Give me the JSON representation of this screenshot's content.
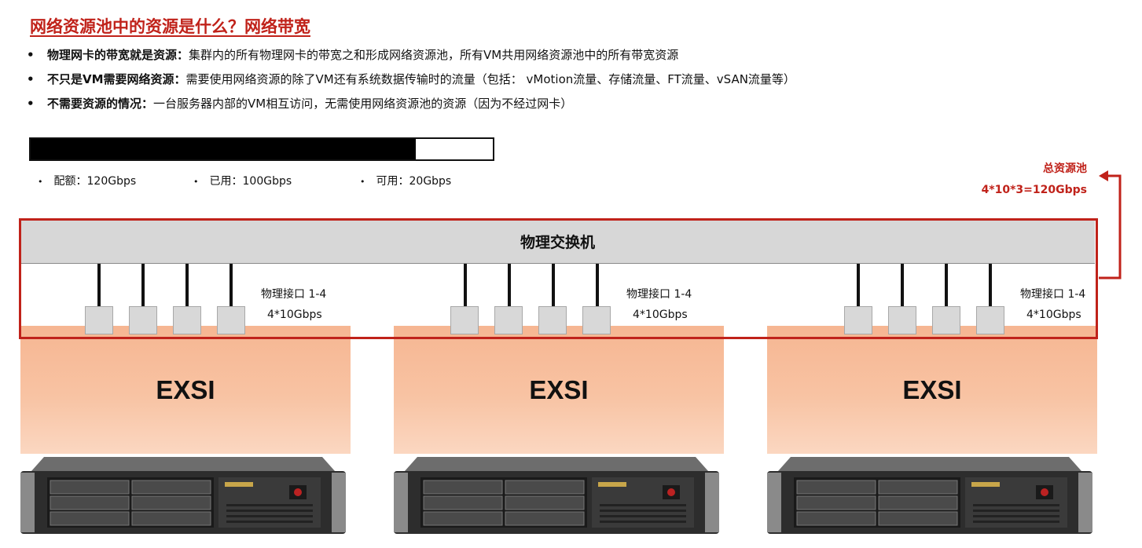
{
  "header": {
    "title": "网络资源池中的资源是什么？网络带宽"
  },
  "bullets": [
    {
      "bold": "物理网卡的带宽就是资源：",
      "text": "集群内的所有物理网卡的带宽之和形成网络资源池，所有VM共用网络资源池中的所有带宽资源"
    },
    {
      "bold": "不只是VM需要网络资源：",
      "text": "需要使用网络资源的除了VM还有系统数据传输时的流量（包括： vMotion流量、存储流量、FT流量、vSAN流量等）"
    },
    {
      "bold": "不需要资源的情况：",
      "text": "一台服务器内部的VM相互访问，无需使用网络资源池的资源（因为不经过网卡）"
    }
  ],
  "usage": {
    "quota_label": "配额：120Gbps",
    "used_label": "已用：100Gbps",
    "available_label": "可用：20Gbps",
    "used_fraction": 0.833
  },
  "pool": {
    "label": "总资源池",
    "formula": "4*10*3=120Gbps"
  },
  "switch": {
    "label": "物理交换机"
  },
  "hosts": [
    {
      "exsi_label": "EXSI",
      "port_label": "物理接口 1-4",
      "port_speed": "4*10Gbps"
    },
    {
      "exsi_label": "EXSI",
      "port_label": "物理接口 1-4",
      "port_speed": "4*10Gbps"
    },
    {
      "exsi_label": "EXSI",
      "port_label": "物理接口 1-4",
      "port_speed": "4*10Gbps"
    }
  ],
  "colors": {
    "accent_red": "#c0221a",
    "exsi_fill": "#f8c3a3",
    "switch_gray": "#d7d7d7"
  },
  "bullet_glyph": "•"
}
